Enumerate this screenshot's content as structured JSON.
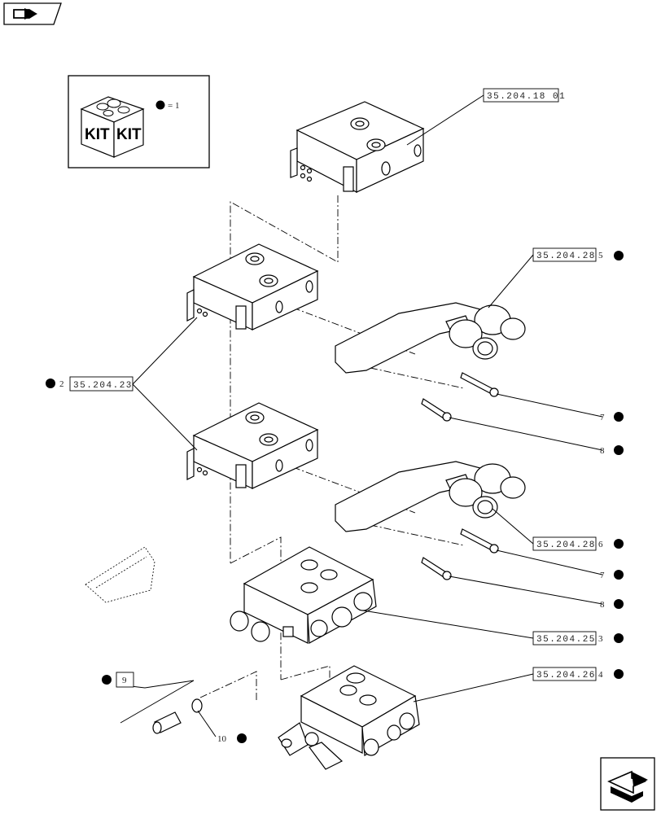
{
  "kit_legend": {
    "equals_label": "= 1",
    "kit_word": "KIT"
  },
  "callouts": {
    "top_valve_ref": "35.204.18 01",
    "section_ref": "35.204.23",
    "section_num": "2",
    "coupler_ref_upper": "35.204.28",
    "coupler_num_upper": "5",
    "coupler_ref_lower": "35.204.28",
    "coupler_num_lower": "6",
    "screw_7a": "7",
    "screw_8a": "8",
    "screw_7b": "7",
    "screw_8b": "8",
    "inlet_ref": "35.204.25",
    "inlet_num": "3",
    "end_ref": "35.204.26",
    "end_num": "4",
    "fitting_num": "9",
    "oring_num": "10"
  },
  "icons": [
    "back-arrow-icon",
    "next-page-icon",
    "kit-box-icon"
  ]
}
